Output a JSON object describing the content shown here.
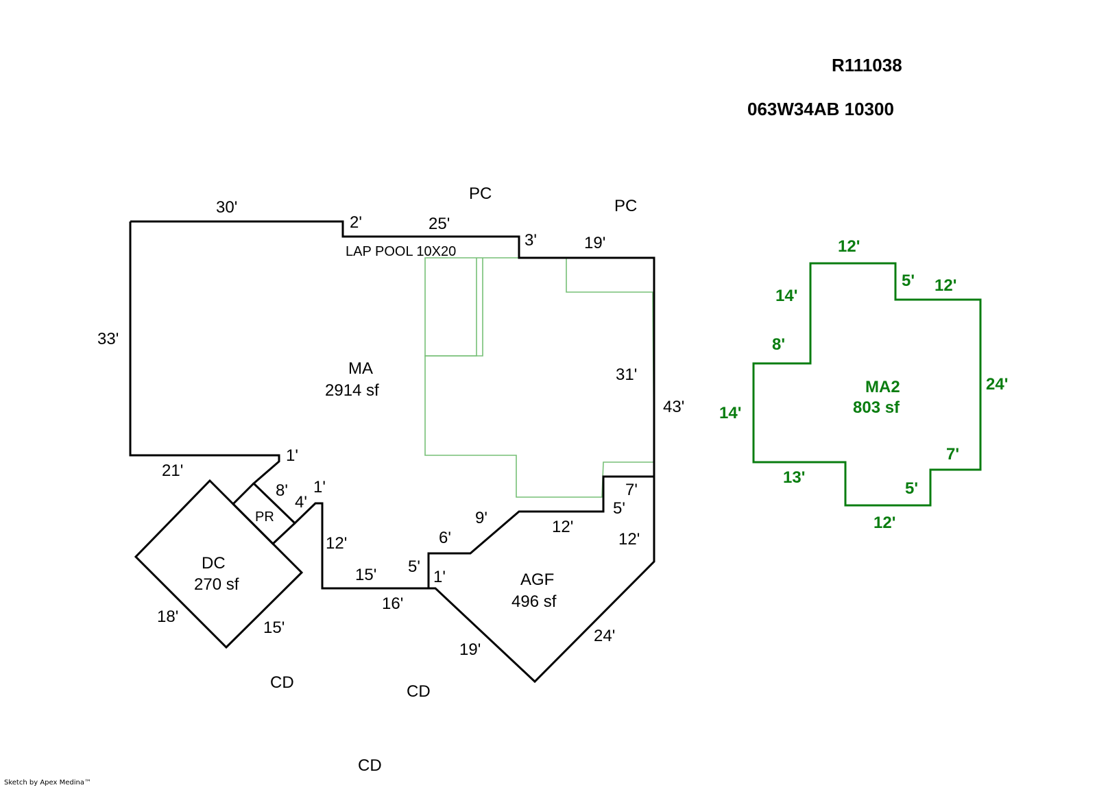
{
  "header": {
    "account_id": "R111038",
    "map_tax_lot": "063W34AB 10300"
  },
  "colors": {
    "outline": "#000000",
    "overlay_green": "#76bf76",
    "ma2_green": "#0a7d10"
  },
  "areas": {
    "ma": {
      "code": "MA",
      "area": "2914 sf"
    },
    "dc": {
      "code": "DC",
      "area": "270 sf"
    },
    "agf": {
      "code": "AGF",
      "area": "496 sf"
    },
    "pr": {
      "code": "PR"
    },
    "ma2": {
      "code": "MA2",
      "area": "803 sf"
    }
  },
  "annotations": {
    "lap_pool": "LAP POOL 10X20",
    "pc_1": "PC",
    "pc_2": "PC",
    "cd_1": "CD",
    "cd_2": "CD",
    "cd_3": "CD"
  },
  "dimensions": {
    "ma": [
      "30'",
      "2'",
      "25'",
      "3'",
      "19'",
      "33'",
      "31'",
      "43'",
      "21'",
      "1'",
      "8'",
      "4'",
      "1'",
      "12'",
      "15'",
      "5'",
      "6'",
      "9'",
      "12'",
      "5'",
      "7'",
      "16'",
      "1'"
    ],
    "dc": [
      "18'",
      "15'"
    ],
    "agf": [
      "12'",
      "19'",
      "24'"
    ],
    "ma2": [
      "12'",
      "14'",
      "5'",
      "12'",
      "8'",
      "14'",
      "24'",
      "13'",
      "7'",
      "5'",
      "12'"
    ]
  },
  "footer": {
    "credit": "Sketch by Apex Medina™"
  }
}
